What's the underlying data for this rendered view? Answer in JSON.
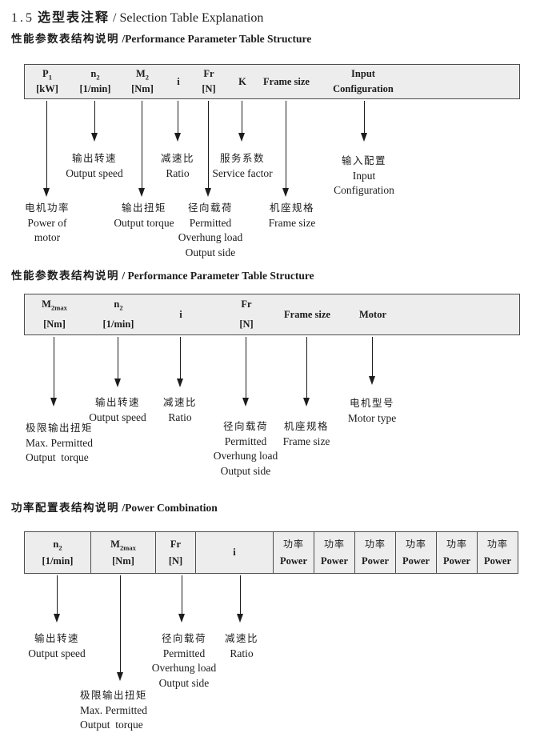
{
  "title": {
    "num": "1.5",
    "cn": "选型表注释",
    "sep": " / ",
    "en": "Selection Table Explanation"
  },
  "sections": [
    {
      "heading": {
        "cn": "性能参数表结构说明",
        "sep": " /",
        "en": "Performance Parameter Table Structure"
      },
      "cols": [
        {
          "sym": "P",
          "sub": "1",
          "unit": "[kW]"
        },
        {
          "sym": "n",
          "sub": "2",
          "unit": "[1/min]"
        },
        {
          "sym": "M",
          "sub": "2",
          "unit": "[Nm]"
        },
        {
          "sym": "i"
        },
        {
          "sym": "Fr",
          "unit": "[N]"
        },
        {
          "sym": "K"
        },
        {
          "sym": "Frame size"
        },
        {
          "sym": "Input",
          "unit": "Configuration"
        }
      ],
      "callouts": [
        {
          "lines": [
            "输出转速",
            "Output speed"
          ]
        },
        {
          "lines": [
            "减速比",
            "Ratio"
          ]
        },
        {
          "lines": [
            "服务系数",
            "Service factor"
          ]
        },
        {
          "lines": [
            "输入配置",
            "Input",
            "Configuration"
          ]
        },
        {
          "lines": [
            "电机功率",
            "Power of",
            "motor"
          ]
        },
        {
          "lines": [
            "输出扭矩",
            "Output torque"
          ]
        },
        {
          "lines": [
            "径向载荷",
            "Permitted",
            "Overhung load",
            "Output side"
          ]
        },
        {
          "lines": [
            "机座规格",
            "Frame size"
          ]
        }
      ]
    },
    {
      "heading": {
        "cn": "性能参数表结构说明",
        "sep": " / ",
        "en": "Performance Parameter Table Structure"
      },
      "cols": [
        {
          "sym": "M",
          "sub": "2max",
          "unit": "[Nm]"
        },
        {
          "sym": "n",
          "sub": "2",
          "unit": "[1/min]"
        },
        {
          "sym": "i"
        },
        {
          "sym": "Fr",
          "unit": "[N]"
        },
        {
          "sym": "Frame size"
        },
        {
          "sym": "Motor"
        }
      ],
      "callouts": [
        {
          "lines": [
            "输出转速",
            "Output speed"
          ]
        },
        {
          "lines": [
            "减速比",
            "Ratio"
          ]
        },
        {
          "lines": [
            "电机型号",
            "Motor type"
          ]
        },
        {
          "lines": [
            "极限输出扭矩",
            "Max. Permitted",
            "Output  torque"
          ]
        },
        {
          "lines": [
            "径向载荷",
            "Permitted",
            "Overhung load",
            "Output side"
          ]
        },
        {
          "lines": [
            "机座规格",
            "Frame size"
          ]
        }
      ]
    },
    {
      "heading": {
        "cn": "功率配置表结构说明",
        "sep": " /",
        "en": "Power Combination"
      },
      "cols": [
        {
          "sym": "n",
          "sub": "2",
          "unit": "[1/min]"
        },
        {
          "sym": "M",
          "sub": "2max",
          "unit": "[Nm]"
        },
        {
          "sym": "Fr",
          "unit": "[N]"
        },
        {
          "sym": "i"
        }
      ],
      "power": {
        "cn": "功率",
        "en": "Power"
      },
      "callouts": [
        {
          "lines": [
            "输出转速",
            "Output speed"
          ]
        },
        {
          "lines": [
            "径向载荷",
            "Permitted",
            "Overhung load",
            "Output side"
          ]
        },
        {
          "lines": [
            "减速比",
            "Ratio"
          ]
        },
        {
          "lines": [
            "极限输出扭矩",
            "Max. Permitted",
            "Output  torque"
          ]
        }
      ]
    }
  ]
}
